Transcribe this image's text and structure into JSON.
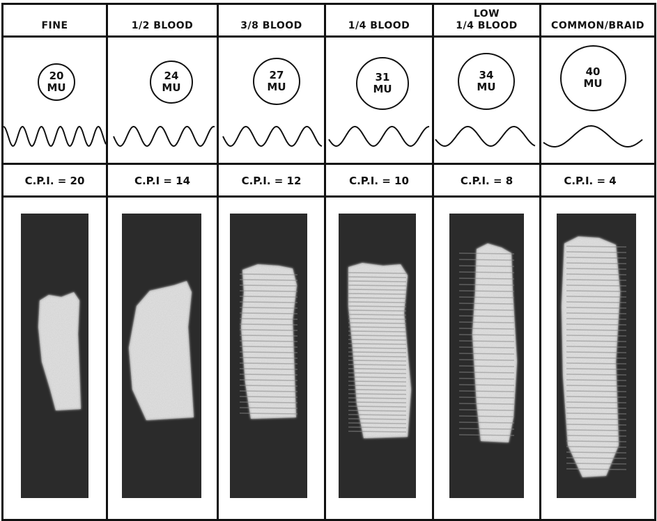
{
  "columns": [
    {
      "grade_line1": "",
      "grade": "FINE",
      "micron": "20",
      "unit": "MU",
      "cpi_label": "C.P.I. = 20",
      "cpi": 20
    },
    {
      "grade_line1": "",
      "grade": "1/2  BLOOD",
      "micron": "24",
      "unit": "MU",
      "cpi_label": "C.P.I = 14",
      "cpi": 14
    },
    {
      "grade_line1": "",
      "grade": "3/8  BLOOD",
      "micron": "27",
      "unit": "MU",
      "cpi_label": "C.P.I. = 12",
      "cpi": 12
    },
    {
      "grade_line1": "",
      "grade": "1/4  BLOOD",
      "micron": "31",
      "unit": "MU",
      "cpi_label": "C.P.I. = 10",
      "cpi": 10
    },
    {
      "grade_line1": "LOW",
      "grade": "1/4  BLOOD",
      "micron": "34",
      "unit": "MU",
      "cpi_label": "C.P.I. = 8",
      "cpi": 8
    },
    {
      "grade_line1": "",
      "grade": "COMMON/BRAID",
      "micron": "40",
      "unit": "MU",
      "cpi_label": "C.P.I. = 4",
      "cpi": 4
    }
  ],
  "colors": {
    "line": "#111111",
    "photo_background": "#2b2b2b",
    "fiber": "#e4e4e4"
  }
}
